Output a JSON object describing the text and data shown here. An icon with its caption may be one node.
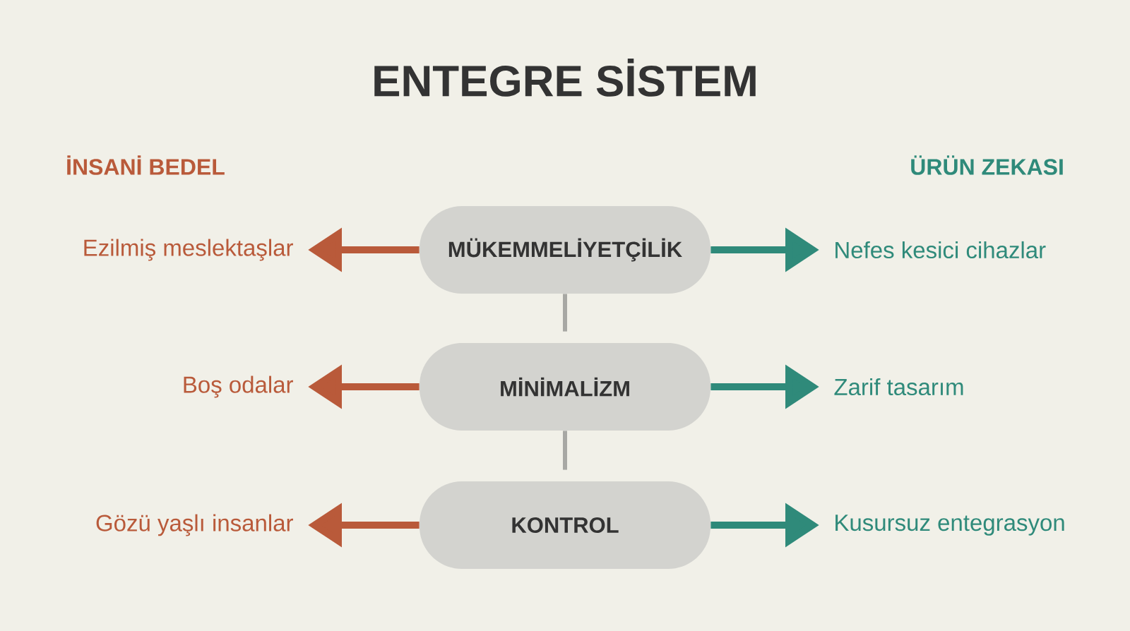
{
  "diagram": {
    "title": "ENTEGRE SİSTEM",
    "nodes": [
      {
        "text": [
          "MÜKEMMELİYETÇİLİK"
        ]
      },
      {
        "text": [
          "MİNİMALİZM"
        ]
      },
      {
        "text": [
          "KONTROL"
        ]
      },
      {
        "text": [
          "Ezilmiş meslektaşlar"
        ]
      },
      {
        "text": [
          "Boş odalar"
        ]
      },
      {
        "text": [
          "Gözü yaşlı insanlar"
        ]
      },
      {
        "text": [
          "Nefes kesici cihazlar"
        ]
      },
      {
        "text": [
          "Zarif tasarım"
        ]
      },
      {
        "text": [
          "Kusursuz entegrasyon"
        ]
      }
    ],
    "edges": [
      {
        "from": 0,
        "to": 3,
        "arrow": "to",
        "color": "#b95a3a"
      },
      {
        "from": 1,
        "to": 4,
        "arrow": "to",
        "color": "#b95a3a"
      },
      {
        "from": 2,
        "to": 5,
        "arrow": "to",
        "color": "#b95a3a"
      },
      {
        "from": 0,
        "to": 6,
        "arrow": "to",
        "color": "#2f8a7a"
      },
      {
        "from": 1,
        "to": 7,
        "arrow": "to",
        "color": "#2f8a7a"
      },
      {
        "from": 2,
        "to": 8,
        "arrow": "to",
        "color": "#2f8a7a"
      },
      {
        "from": 0,
        "to": 1,
        "arrow": "none",
        "color": "#a8a8a4"
      },
      {
        "from": 1,
        "to": 2,
        "arrow": "none",
        "color": "#a8a8a4"
      }
    ],
    "labels": [
      "İNSANİ BEDEL",
      "ÜRÜN ZEKASI"
    ]
  }
}
